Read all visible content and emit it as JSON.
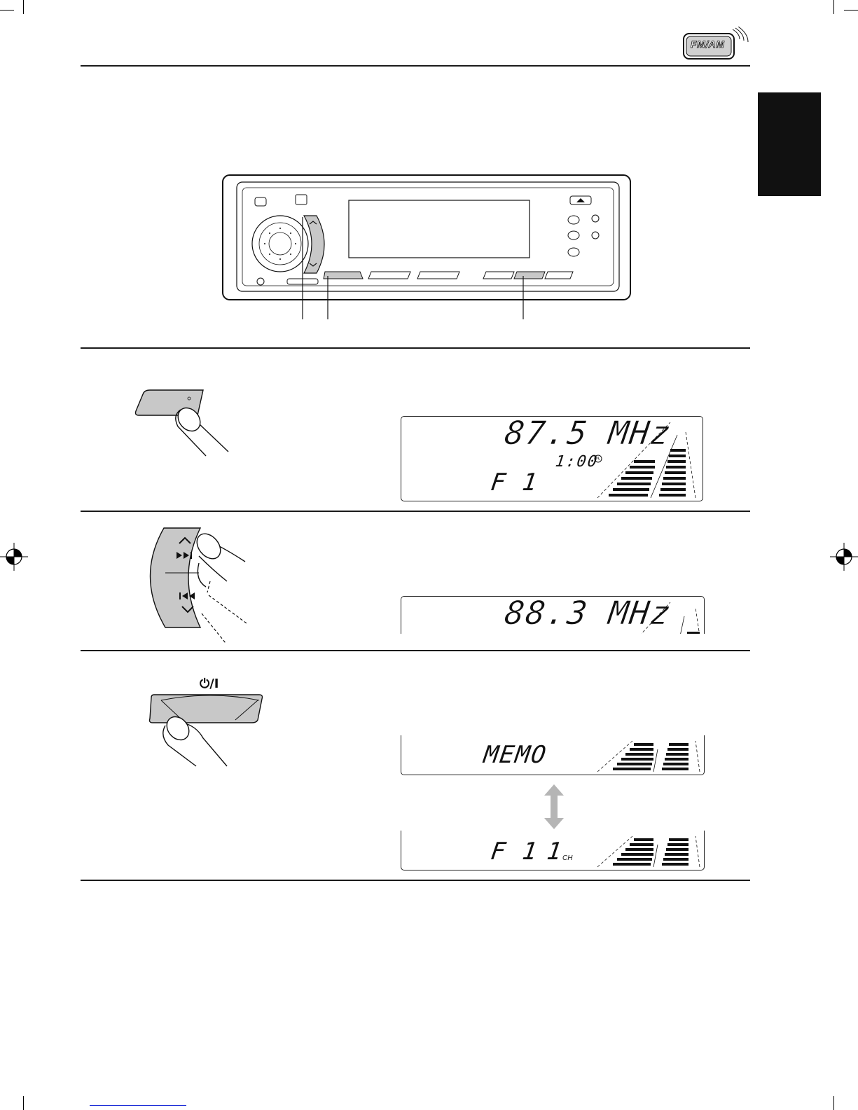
{
  "header": {
    "badge_text": "FM/AM",
    "badge_icon": "radio-wave-icon"
  },
  "panel": {
    "eject_icon": "eject-icon"
  },
  "step1": {
    "display": {
      "frequency": "87.5 MHz",
      "clock": "1:00",
      "band": "F 1"
    }
  },
  "step2": {
    "display": {
      "frequency": "88.3 MHz"
    }
  },
  "step3": {
    "button_symbol": "⏻/I",
    "display_memo": {
      "text": "MEMO"
    },
    "display_preset": {
      "band": "F 1",
      "channel": "1",
      "channel_unit": "CH"
    }
  },
  "colors": {
    "ink": "#111111",
    "button_gray": "#c8c8c8",
    "arrow_gray": "#b5b5b5",
    "link_blue": "#1b2bd6"
  }
}
